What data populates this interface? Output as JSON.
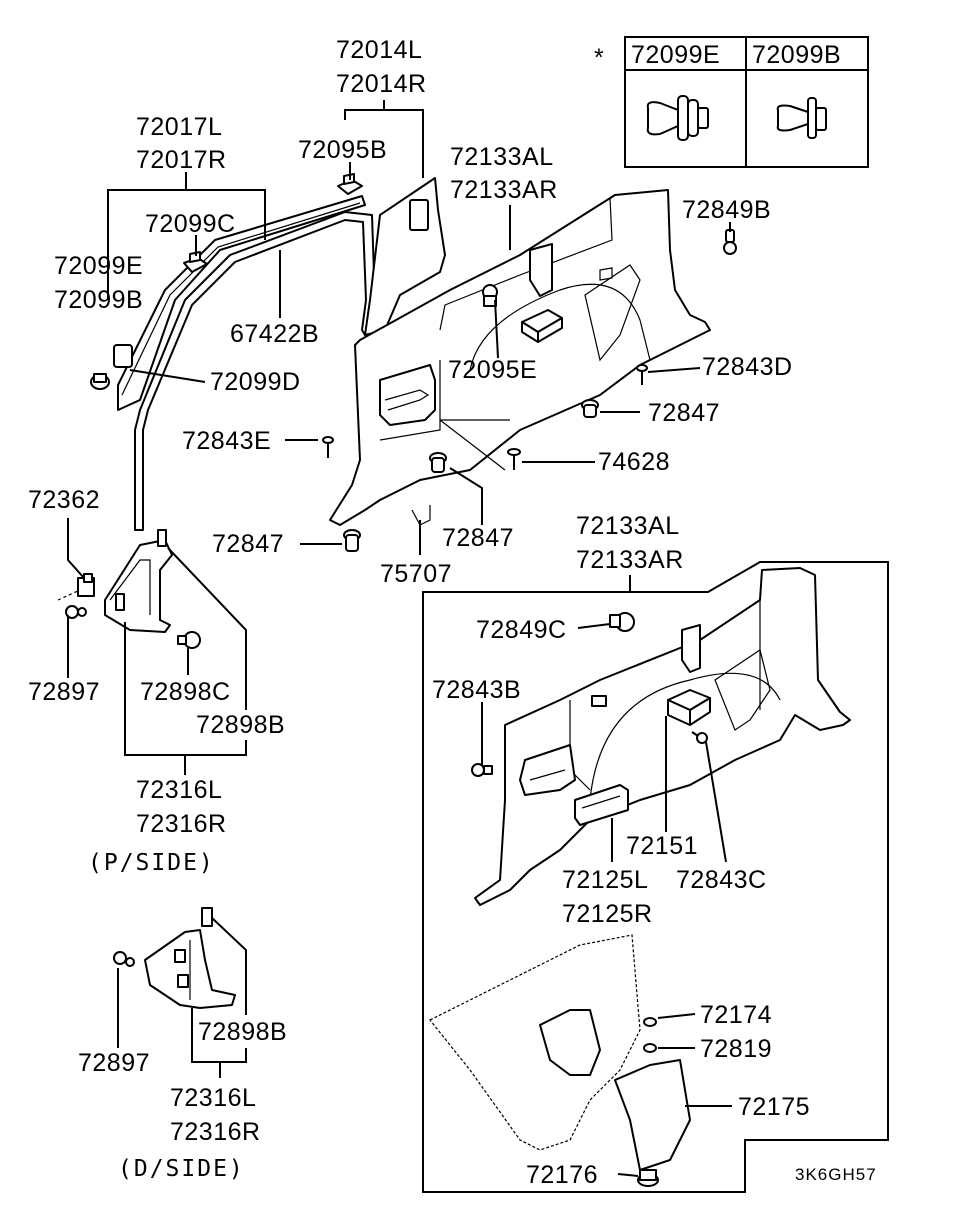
{
  "diagram_code": "3K6GH57",
  "legend": {
    "asterisk": "*",
    "header_left": "72099E",
    "header_right": "72099B"
  },
  "labels": {
    "l72014L": "72014L",
    "l72014R": "72014R",
    "l72017L": "72017L",
    "l72017R": "72017R",
    "l72095B": "72095B",
    "l72099C": "72099C",
    "l72099E": "72099E",
    "l72099B": "72099B",
    "l67422B": "67422B",
    "l72099D": "72099D",
    "l72133AL_top": "72133AL",
    "l72133AR_top": "72133AR",
    "l72849B": "72849B",
    "l72095E": "72095E",
    "l72843D": "72843D",
    "l72847_right": "72847",
    "l72843E": "72843E",
    "l74628": "74628",
    "l72847_mid": "72847",
    "l72847_left": "72847",
    "l75707": "75707",
    "l72362": "72362",
    "l72897_top": "72897",
    "l72898C": "72898C",
    "l72898B_top": "72898B",
    "l72316L_top": "72316L",
    "l72316R_top": "72316R",
    "side_p": "(P/SIDE)",
    "l72133AL_box": "72133AL",
    "l72133AR_box": "72133AR",
    "l72849C": "72849C",
    "l72843B": "72843B",
    "l72151": "72151",
    "l72125L": "72125L",
    "l72125R": "72125R",
    "l72843C": "72843C",
    "l72174": "72174",
    "l72819": "72819",
    "l72175": "72175",
    "l72176": "72176",
    "l72897_bottom": "72897",
    "l72898B_bottom": "72898B",
    "l72316L_bottom": "72316L",
    "l72316R_bottom": "72316R",
    "side_d": "(D/SIDE)"
  },
  "icons": [
    "clip-icon",
    "screw-icon",
    "fastener-icon",
    "trim-panel-icon"
  ]
}
